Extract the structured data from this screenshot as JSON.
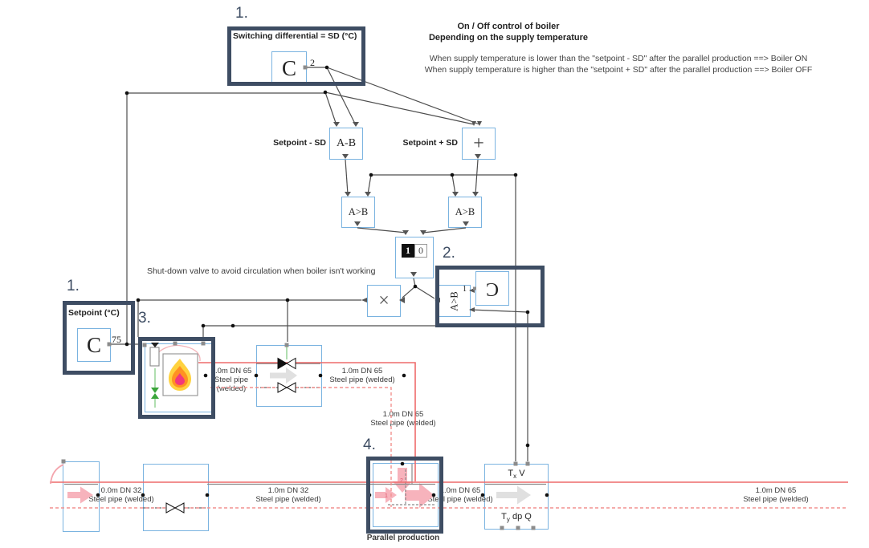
{
  "colors": {
    "selection_box": "#3e4d63",
    "block_border": "#7ab3e0",
    "wire": "#4d4d4d",
    "supply_pipe": "#ee6b6b",
    "return_pipe": "#f2918f",
    "pink_arrow": "#f7b3bc",
    "gray_arrow": "#e0e0e0",
    "green_valve": "#3aa53a"
  },
  "annotations": {
    "one_top": "1.",
    "one_left": "1.",
    "two": "2.",
    "three": "3.",
    "four": "4."
  },
  "header_note": {
    "title_line1": "On / Off control of boiler",
    "title_line2": "Depending on the supply temperature",
    "body_line1": "When supply temperature is lower than the \"setpoint - SD\" after the parallel production ==> Boiler ON",
    "body_line2": "When supply temperature is higher than the \"setpoint + SD\" after the parallel production ==> Boiler OFF"
  },
  "shutdown_note": "Shut-down valve to avoid circulation when boiler isn't working",
  "switching_differential": {
    "title": "Switching differential = SD (°C)",
    "glyph": "C",
    "value": "2"
  },
  "setpoint": {
    "title": "Setpoint (°C)",
    "glyph": "C",
    "value": "75"
  },
  "subtract": {
    "label": "Setpoint - SD",
    "glyph": "A-B"
  },
  "add": {
    "label": "Setpoint + SD",
    "glyph": "+"
  },
  "compare_low": {
    "glyph": "A>B"
  },
  "compare_high": {
    "glyph": "A>B"
  },
  "switch": {
    "on": "1",
    "off": "0"
  },
  "multiply": {
    "glyph": "×"
  },
  "flow_compare": {
    "glyph": "A>B",
    "const_glyph": "C",
    "const_value": "1"
  },
  "sensor": {
    "top_main": "T",
    "top_sub": "x",
    "top_rest": " V",
    "bottom_main": "T",
    "bottom_sub": "y",
    "bottom_rest": " dp Q"
  },
  "parallel_production": {
    "label": "Parallel production"
  },
  "pipe_labels": [
    {
      "size": "0.0m DN 65",
      "type": "Steel pipe (welded)"
    },
    {
      "size": "1.0m DN 65",
      "type": "Steel pipe (welded)"
    },
    {
      "size": "1.0m DN 65",
      "type": "Steel pipe (welded)"
    },
    {
      "size": "0.0m DN 32",
      "type": "Steel pipe (welded)"
    },
    {
      "size": "1.0m DN 32",
      "type": "Steel pipe (welded)"
    },
    {
      "size": "1.0m DN 65",
      "type": "Steel pipe (welded)"
    },
    {
      "size": "1.0m DN 65",
      "type": "Steel pipe (welded)"
    }
  ]
}
